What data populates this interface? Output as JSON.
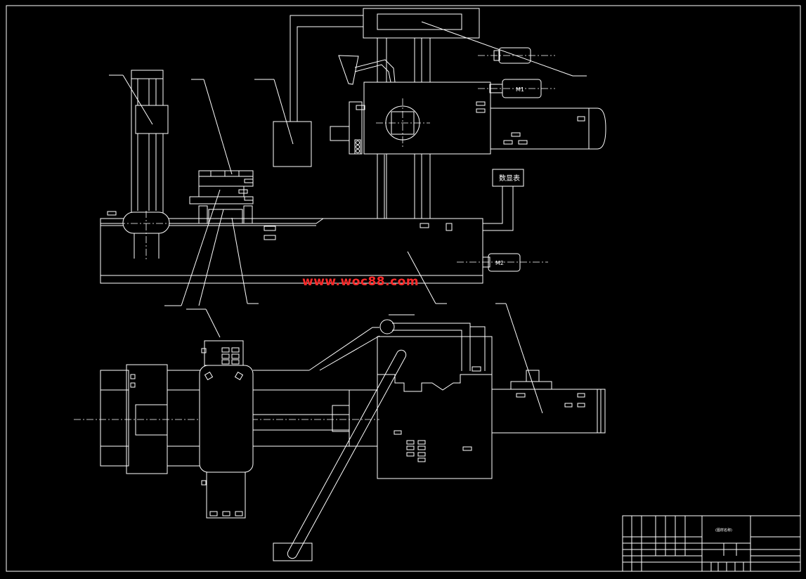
{
  "watermark": "www.woc88.com",
  "colors": {
    "background": "#000000",
    "line": "#ffffff",
    "watermark": "#ff2a2a"
  },
  "display": {
    "label": "数显表"
  },
  "motors": {
    "m1": "M1",
    "m2": "M2"
  },
  "title_block": {
    "drawing_title": "(图样名称)"
  }
}
